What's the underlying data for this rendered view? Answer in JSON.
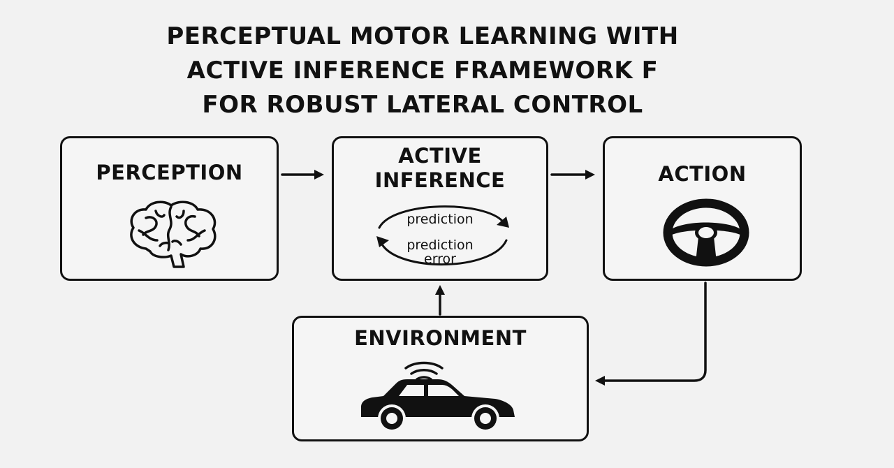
{
  "title": {
    "line1": "PERCEPTUAL MOTOR LEARNING WITH",
    "line2": "ACTIVE INFERENCE FRAMEWORK F",
    "line3": "FOR ROBUST LATERAL CONTROL"
  },
  "nodes": {
    "perception": {
      "label": "PERCEPTION",
      "icon": "brain-icon"
    },
    "active_inference": {
      "label_line1": "ACTIVE",
      "label_line2": "INFERENCE",
      "cycle_top": "prediction",
      "cycle_bottom_line1": "prediction",
      "cycle_bottom_line2": "error"
    },
    "action": {
      "label": "ACTION",
      "icon": "steering-wheel-icon"
    },
    "environment": {
      "label": "ENVIRONMENT",
      "icon": "connected-car-icon"
    }
  },
  "edges": [
    {
      "from": "PERCEPTION",
      "to": "ACTIVE INFERENCE"
    },
    {
      "from": "ACTIVE INFERENCE",
      "to": "ACTION"
    },
    {
      "from": "ACTION",
      "to": "ENVIRONMENT"
    },
    {
      "from": "ENVIRONMENT",
      "to": "ACTIVE INFERENCE"
    }
  ],
  "colors": {
    "background": "#f2f2f2",
    "stroke": "#111111"
  }
}
